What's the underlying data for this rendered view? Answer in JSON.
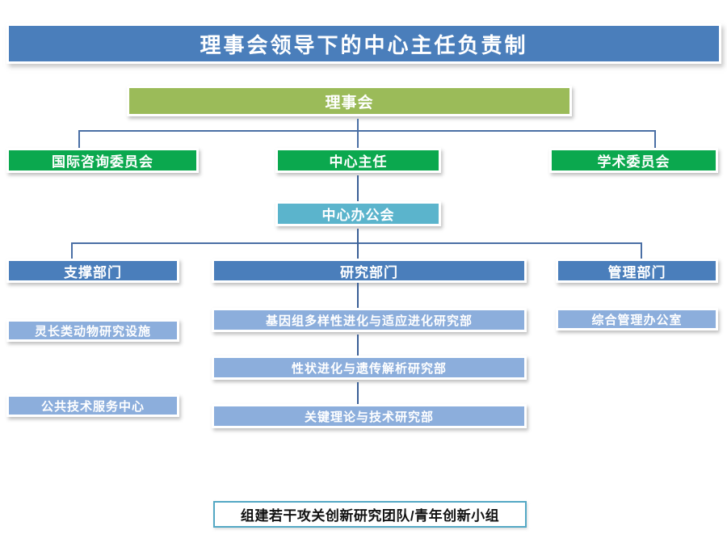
{
  "title": {
    "text": "理事会领导下的中心主任负责制",
    "color": "#4a7ebb"
  },
  "nodes": {
    "board": {
      "label": "理事会",
      "color": "#9bbb59"
    },
    "intl_advisory": {
      "label": "国际咨询委员会",
      "color": "#0ba84e"
    },
    "center_director": {
      "label": "中心主任",
      "color": "#0ba84e"
    },
    "academic_committee": {
      "label": "学术委员会",
      "color": "#0ba84e"
    },
    "center_office_meeting": {
      "label": "中心办公会",
      "color": "#5bb4cc"
    }
  },
  "departments": [
    {
      "header": "支撑部门",
      "header_color": "#4a7ebb",
      "item_color": "#8caedc",
      "items": [
        "灵长类动物研究设施",
        "公共技术服务中心"
      ]
    },
    {
      "header": "研究部门",
      "header_color": "#4a7ebb",
      "item_color": "#8caedc",
      "items": [
        "基因组多样性进化与适应进化研究部",
        "性状进化与遗传解析研究部",
        "关键理论与技术研究部"
      ]
    },
    {
      "header": "管理部门",
      "header_color": "#4a7ebb",
      "item_color": "#8caedc",
      "items": [
        "综合管理办公室"
      ]
    }
  ],
  "footer": {
    "label": "组建若干攻关创新研究团队/青年创新小组",
    "border_color": "#54a8c4",
    "text_color": "#111111"
  },
  "connector_color": "#4a6fa5"
}
